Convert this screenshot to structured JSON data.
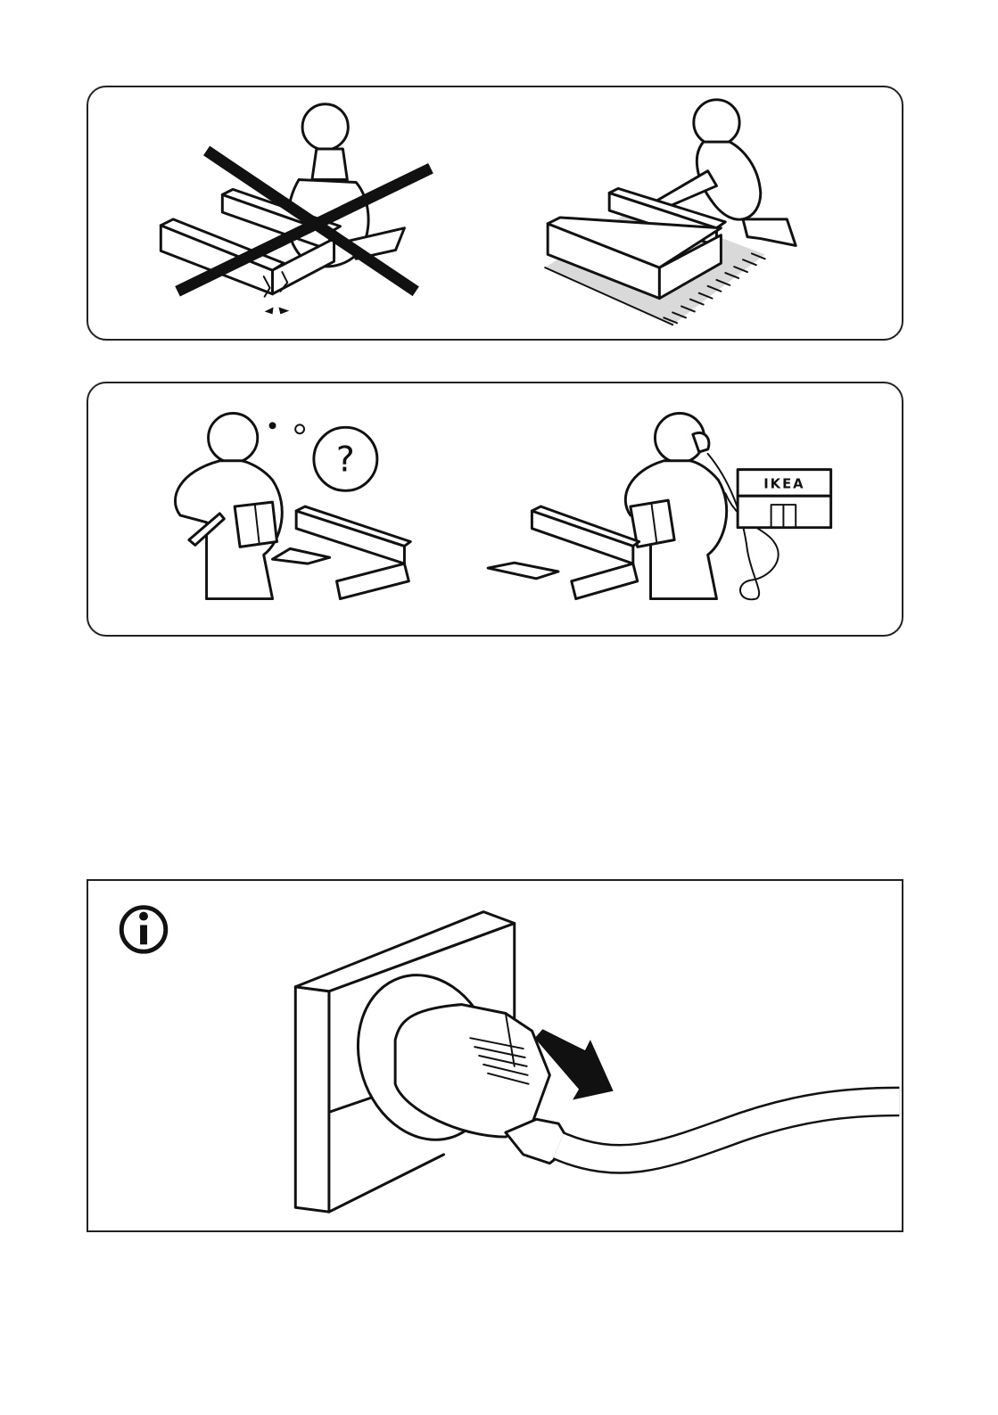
{
  "panels": {
    "floor": {
      "wrong": {
        "illustration": "assembly-on-hard-floor-crossed-out"
      },
      "right": {
        "illustration": "assembly-on-rug"
      }
    },
    "help": {
      "left": {
        "illustration": "person-confused-with-instructions",
        "icon": "question-icon"
      },
      "right": {
        "illustration": "person-calling-store",
        "sign": "IKEA"
      }
    },
    "info": {
      "icon": "info-icon",
      "illustration": "unplug-power-cord-from-wall-socket"
    }
  },
  "colors": {
    "ink": "#111111",
    "rug": "#d9d9d9",
    "background": "#ffffff"
  }
}
